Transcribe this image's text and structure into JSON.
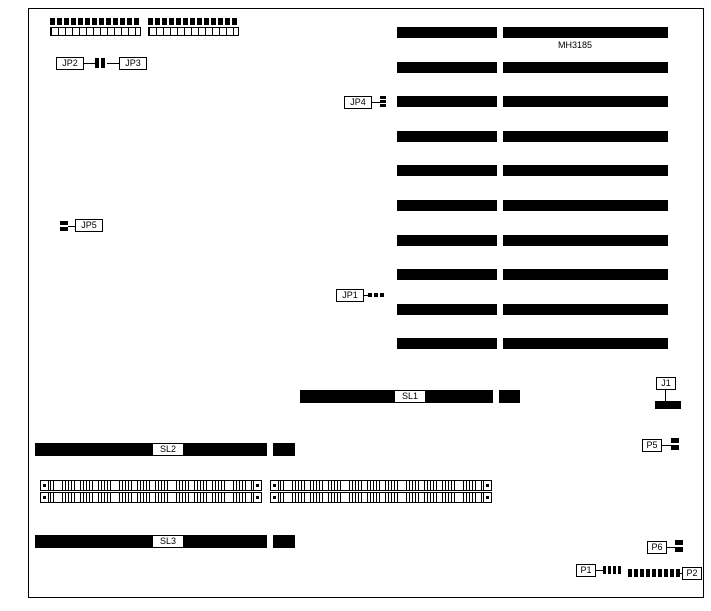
{
  "board": {
    "part_number": "MH3185",
    "jumpers": {
      "jp1": "JP1",
      "jp2": "JP2",
      "jp3": "JP3",
      "jp4": "JP4",
      "jp5": "JP5"
    },
    "slots": {
      "sl1": "SL1",
      "sl2": "SL2",
      "sl3": "SL3"
    },
    "connectors": {
      "j1": "J1",
      "p1": "P1",
      "p2": "P2",
      "p5": "P5",
      "p6": "P6"
    },
    "expansion_slot_count": 10,
    "simm_socket_rows": 4
  }
}
